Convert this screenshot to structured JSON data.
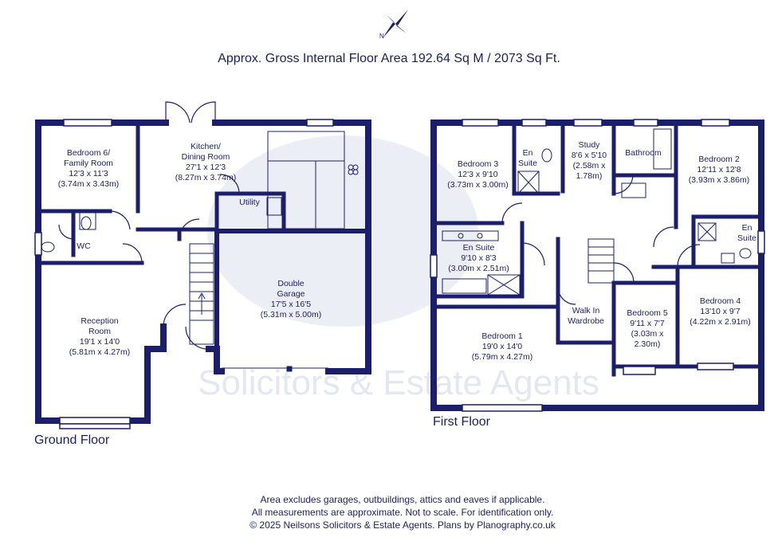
{
  "header": {
    "area_text": "Approx. Gross Internal Floor Area 192.64 Sq M / 2073 Sq Ft."
  },
  "watermark": {
    "text": "Solicitors & Estate Agents"
  },
  "floors": {
    "ground": {
      "label": "Ground Floor",
      "rooms": {
        "bedroom6": {
          "name": "Bedroom 6/\nFamily Room",
          "imperial": "12'3 x 11'3",
          "metric": "(3.74m x 3.43m)"
        },
        "kitchen": {
          "name": "Kitchen/\nDining Room",
          "imperial": "27'1 x 12'3",
          "metric": "(8.27m x 3.74m)"
        },
        "utility": {
          "name": "Utility"
        },
        "wc": {
          "name": "WC"
        },
        "garage": {
          "name": "Double\nGarage",
          "imperial": "17'5 x 16'5",
          "metric": "(5.31m x 5.00m)"
        },
        "reception": {
          "name": "Reception\nRoom",
          "imperial": "19'1 x 14'0",
          "metric": "(5.81m x 4.27m)"
        }
      }
    },
    "first": {
      "label": "First Floor",
      "rooms": {
        "bedroom3": {
          "name": "Bedroom 3",
          "imperial": "12'3 x 9'10",
          "metric": "(3.73m x 3.00m)"
        },
        "ensuite_top": {
          "name": "En\nSuite"
        },
        "study": {
          "name": "Study",
          "imperial": "8'6 x 5'10",
          "metric": "(2.58m x\n1.78m)"
        },
        "bathroom": {
          "name": "Bathroom"
        },
        "bedroom2": {
          "name": "Bedroom 2",
          "imperial": "12'11 x 12'8",
          "metric": "(3.93m x 3.86m)"
        },
        "ensuite_mid": {
          "name": "En Suite",
          "imperial": "9'10 x 8'3",
          "metric": "(3.00m x 2.51m)"
        },
        "ensuite_right": {
          "name": "En\nSuite"
        },
        "walkin": {
          "name": "Walk In\nWardrobe"
        },
        "bedroom1": {
          "name": "Bedroom 1",
          "imperial": "19'0 x 14'0",
          "metric": "(5.79m x 4.27m)"
        },
        "bedroom5": {
          "name": "Bedroom 5",
          "imperial": "9'11 x 7'7",
          "metric": "(3.03m x\n2.30m)"
        },
        "bedroom4": {
          "name": "Bedroom 4",
          "imperial": "13'10 x 9'7",
          "metric": "(4.22m x 2.91m)"
        }
      }
    }
  },
  "footer": {
    "line1": "Area excludes garages, outbuildings, attics and eaves if applicable.",
    "line2": "All measurements are approximate. Not to scale. For identification only.",
    "line3": "© 2025 Neilsons Solicitors & Estate Agents. Plans by Planography.co.uk"
  },
  "colors": {
    "wall": "#1b1f6b",
    "text": "#1b1f5e",
    "watermark": "#e6e8f2"
  },
  "icons": {
    "compass": "compass-rose-icon"
  }
}
